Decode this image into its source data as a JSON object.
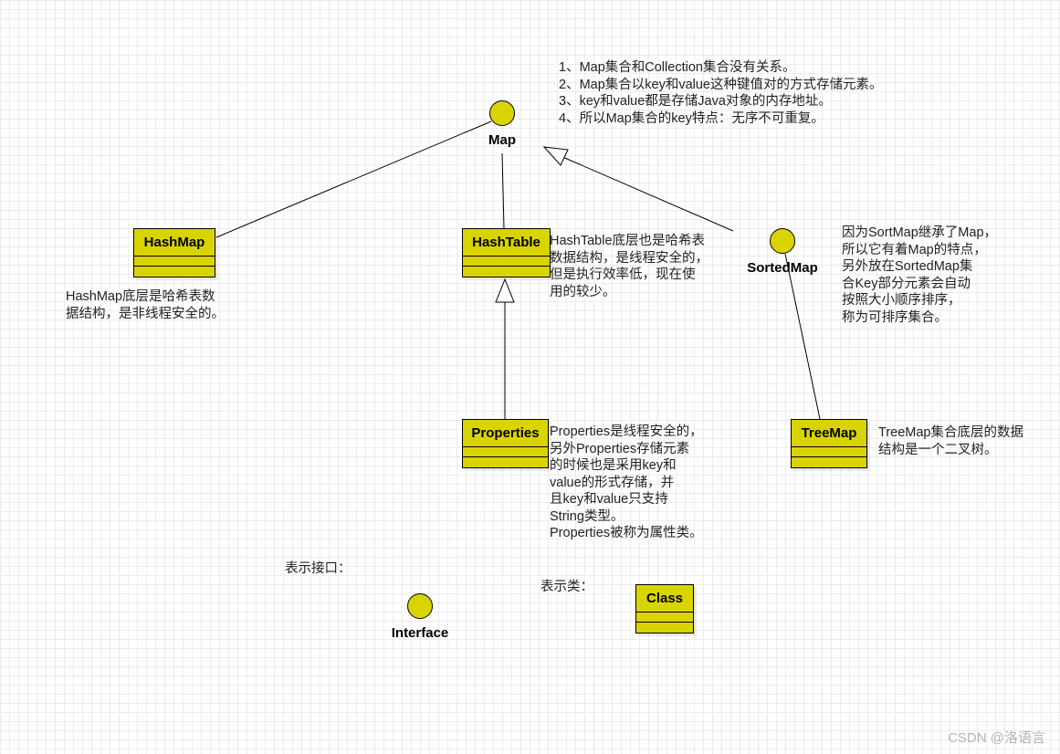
{
  "interfaces": {
    "map": "Map",
    "sorted_map": "SortedMap",
    "legend_interface": "Interface"
  },
  "classes": {
    "hashmap": "HashMap",
    "hashtable": "HashTable",
    "properties": "Properties",
    "treemap": "TreeMap",
    "legend_class": "Class"
  },
  "notes": {
    "map": [
      "1、Map集合和Collection集合没有关系。",
      "2、Map集合以key和value这种键值对的方式存储元素。",
      "3、key和value都是存储Java对象的内存地址。",
      "4、所以Map集合的key特点：无序不可重复。"
    ],
    "hashmap": [
      "HashMap底层是哈希表数",
      "据结构，是非线程安全的。"
    ],
    "hashtable": [
      "HashTable底层也是哈希表",
      "数据结构，是线程安全的，",
      "但是执行效率低，现在使",
      "用的较少。"
    ],
    "sortedmap": [
      "因为SortMap继承了Map，",
      "所以它有着Map的特点，",
      "另外放在SortedMap集",
      "合Key部分元素会自动",
      "按照大小顺序排序，",
      "称为可排序集合。"
    ],
    "properties": [
      "Properties是线程安全的，",
      "另外Properties存储元素",
      "的时候也是采用key和",
      "value的形式存储，并",
      "且key和value只支持",
      "String类型。",
      "Properties被称为属性类。"
    ],
    "treemap": [
      "TreeMap集合底层的数据",
      "结构是一个二叉树。"
    ]
  },
  "legend": {
    "interface_label": "表示接口：",
    "class_label": "表示类："
  },
  "watermark": "CSDN @洛语言",
  "colors": {
    "node_fill": "#d9d400",
    "stroke": "#000000",
    "grid": "#ececec"
  }
}
